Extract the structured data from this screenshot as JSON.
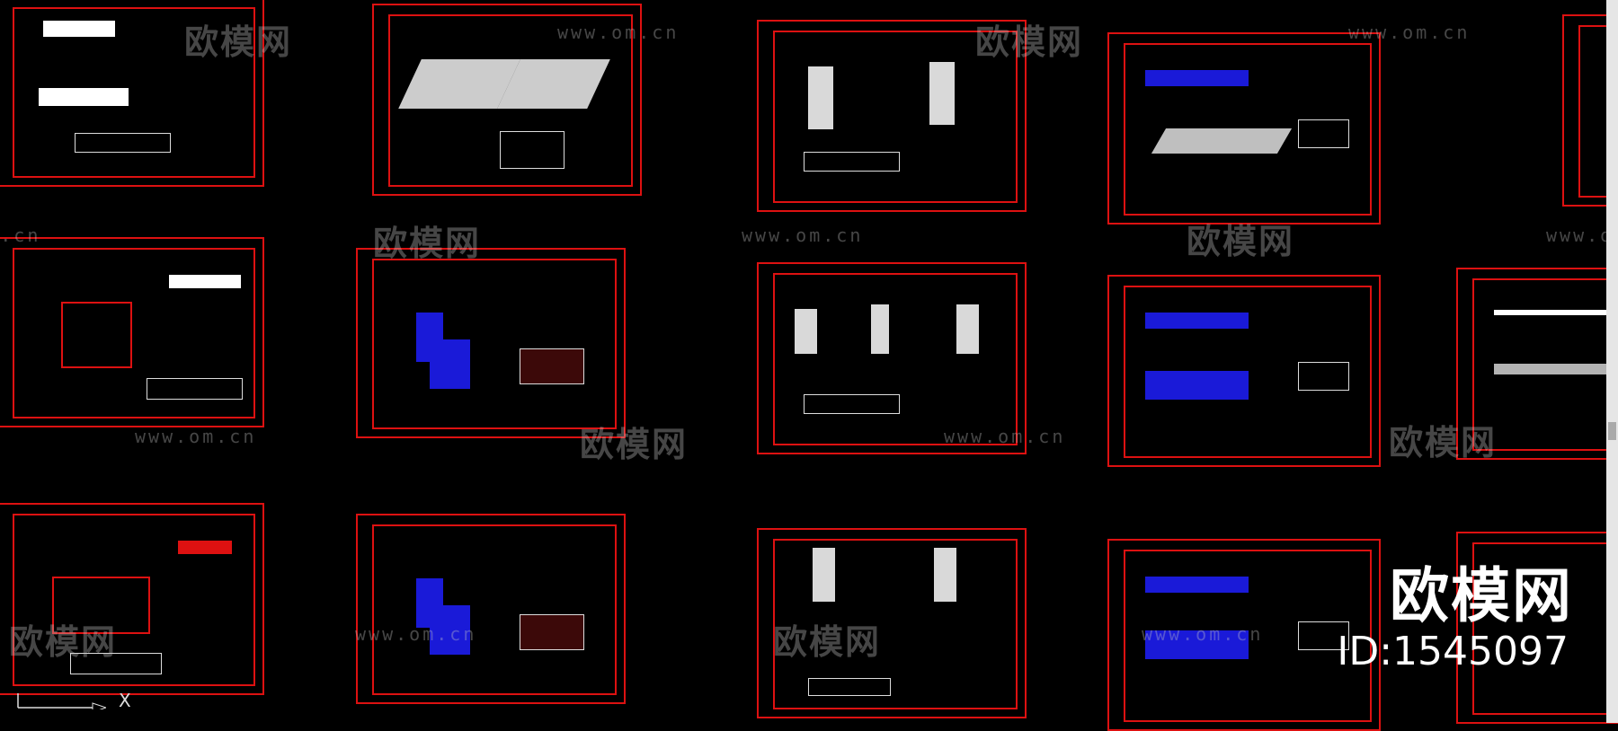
{
  "watermark": {
    "brand": "欧模网",
    "url": "www.om.cn"
  },
  "badge": {
    "brand": "欧模网",
    "id": "ID:1545097"
  },
  "axis_label": "X",
  "colors": {
    "background": "#000000",
    "frame": "#dd1111",
    "fill_blue": "#1a1ad8"
  }
}
